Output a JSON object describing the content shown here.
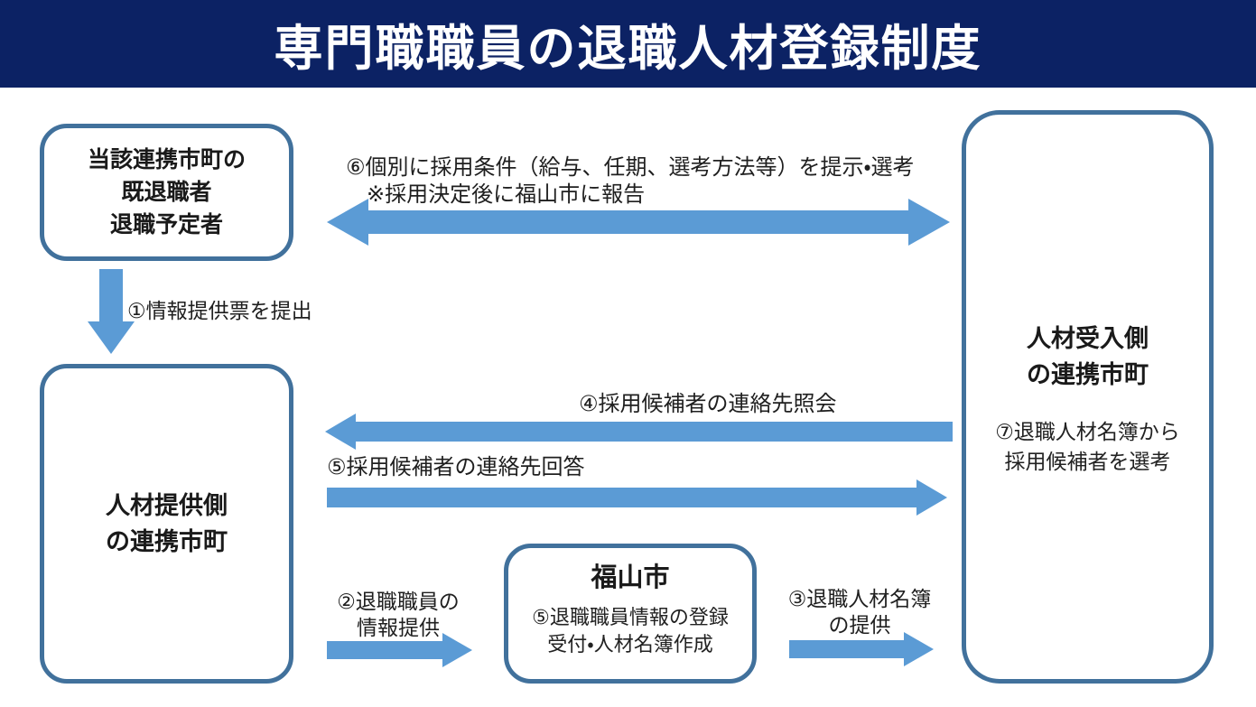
{
  "colors": {
    "banner": "#0C2264",
    "arrow": "#5B9BD5",
    "border": "#41719C",
    "title_text": "#FFFFFF"
  },
  "header": {
    "title": "専門職職員の退職人材登録制度"
  },
  "boxes": {
    "retirees": {
      "line1": "当該連携市町の",
      "line2": "既退職者",
      "line3": "退職予定者"
    },
    "provider": {
      "line1": "人材提供側",
      "line2": "の連携市町"
    },
    "receiver": {
      "line1": "人材受入側",
      "line2": "の連携市町",
      "note1": "⑦退職人材名簿から",
      "note2": "採用候補者を選考"
    },
    "fukuyama": {
      "title": "福山市",
      "note1": "⑤退職職員情報の登録",
      "note2": "受付・人材名簿作成"
    }
  },
  "arrows": {
    "step6": {
      "direction": "both",
      "label1": "⑥個別に採用条件（給与、任期、選考方法等）を提示・選考",
      "label2": "※採用決定後に福山市に報告"
    },
    "step1": {
      "direction": "down",
      "label": "①情報提供票を提出"
    },
    "step4": {
      "direction": "left",
      "label": "④採用候補者の連絡先照会"
    },
    "step5": {
      "direction": "right",
      "label": "⑤採用候補者の連絡先回答"
    },
    "step2": {
      "direction": "right",
      "label1": "②退職職員の",
      "label2": "情報提供"
    },
    "step3": {
      "direction": "right",
      "label1": "③退職人材名簿",
      "label2": "の提供"
    }
  }
}
